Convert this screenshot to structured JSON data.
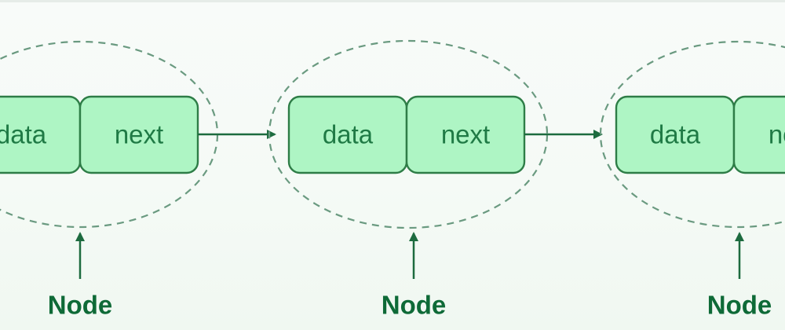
{
  "diagram": {
    "nodes": [
      {
        "fields": [
          "data",
          "next"
        ],
        "label": "Node"
      },
      {
        "fields": [
          "data",
          "next"
        ],
        "label": "Node"
      },
      {
        "fields": [
          "data",
          "next"
        ],
        "label": "Node"
      }
    ],
    "colors": {
      "cell_fill": "#aef5c4",
      "cell_stroke": "#2e7d47",
      "text": "#1f7a45",
      "dashed_outline": "#6a9a80",
      "arrow": "#1d6b3f",
      "label": "#0e6a37",
      "background": "#f5faf6"
    }
  }
}
